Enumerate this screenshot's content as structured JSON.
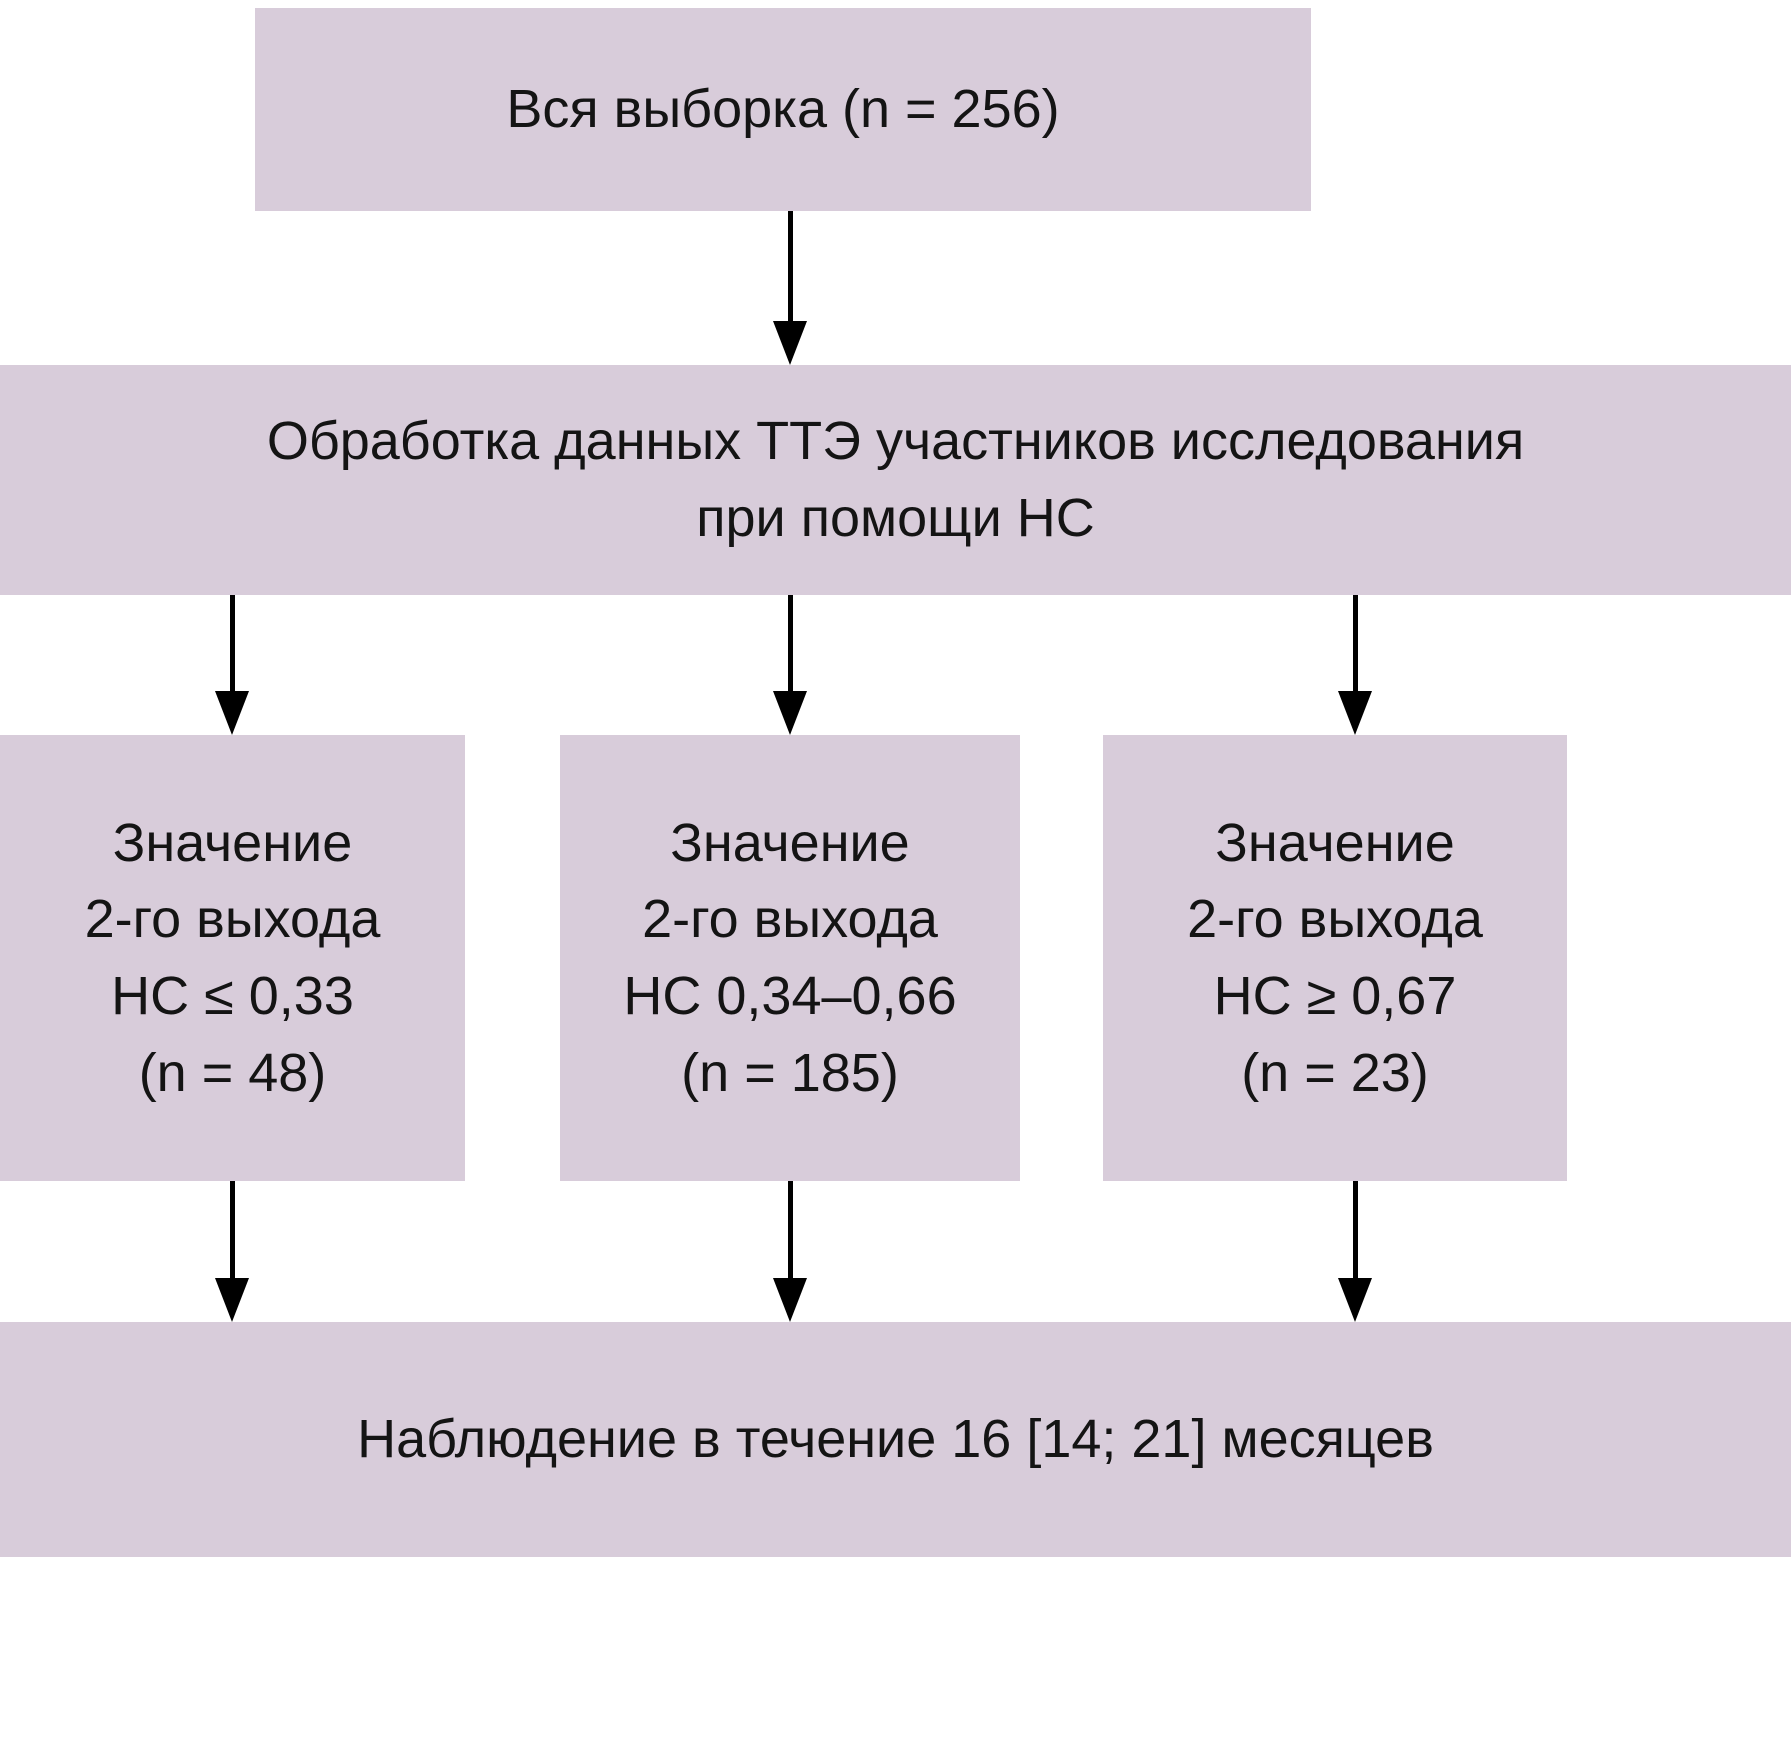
{
  "diagram": {
    "box_fill_color": "#d8ccda",
    "arrow_color": "#000000",
    "top_box": {
      "label": "Вся выборка (n = 256)"
    },
    "process_box": {
      "line1": "Обработка данных ТТЭ участников исследования",
      "line2": "при помощи НС"
    },
    "branches": [
      {
        "lines": [
          "Значение",
          "2-го выхода",
          "НС ≤ 0,33",
          "(n = 48)"
        ]
      },
      {
        "lines": [
          "Значение",
          "2-го выхода",
          "НС 0,34–0,66",
          "(n = 185)"
        ]
      },
      {
        "lines": [
          "Значение",
          "2-го выхода",
          "НС ≥ 0,67",
          "(n = 23)"
        ]
      }
    ],
    "bottom_box": {
      "label": "Наблюдение в течение 16 [14; 21] месяцев"
    }
  }
}
